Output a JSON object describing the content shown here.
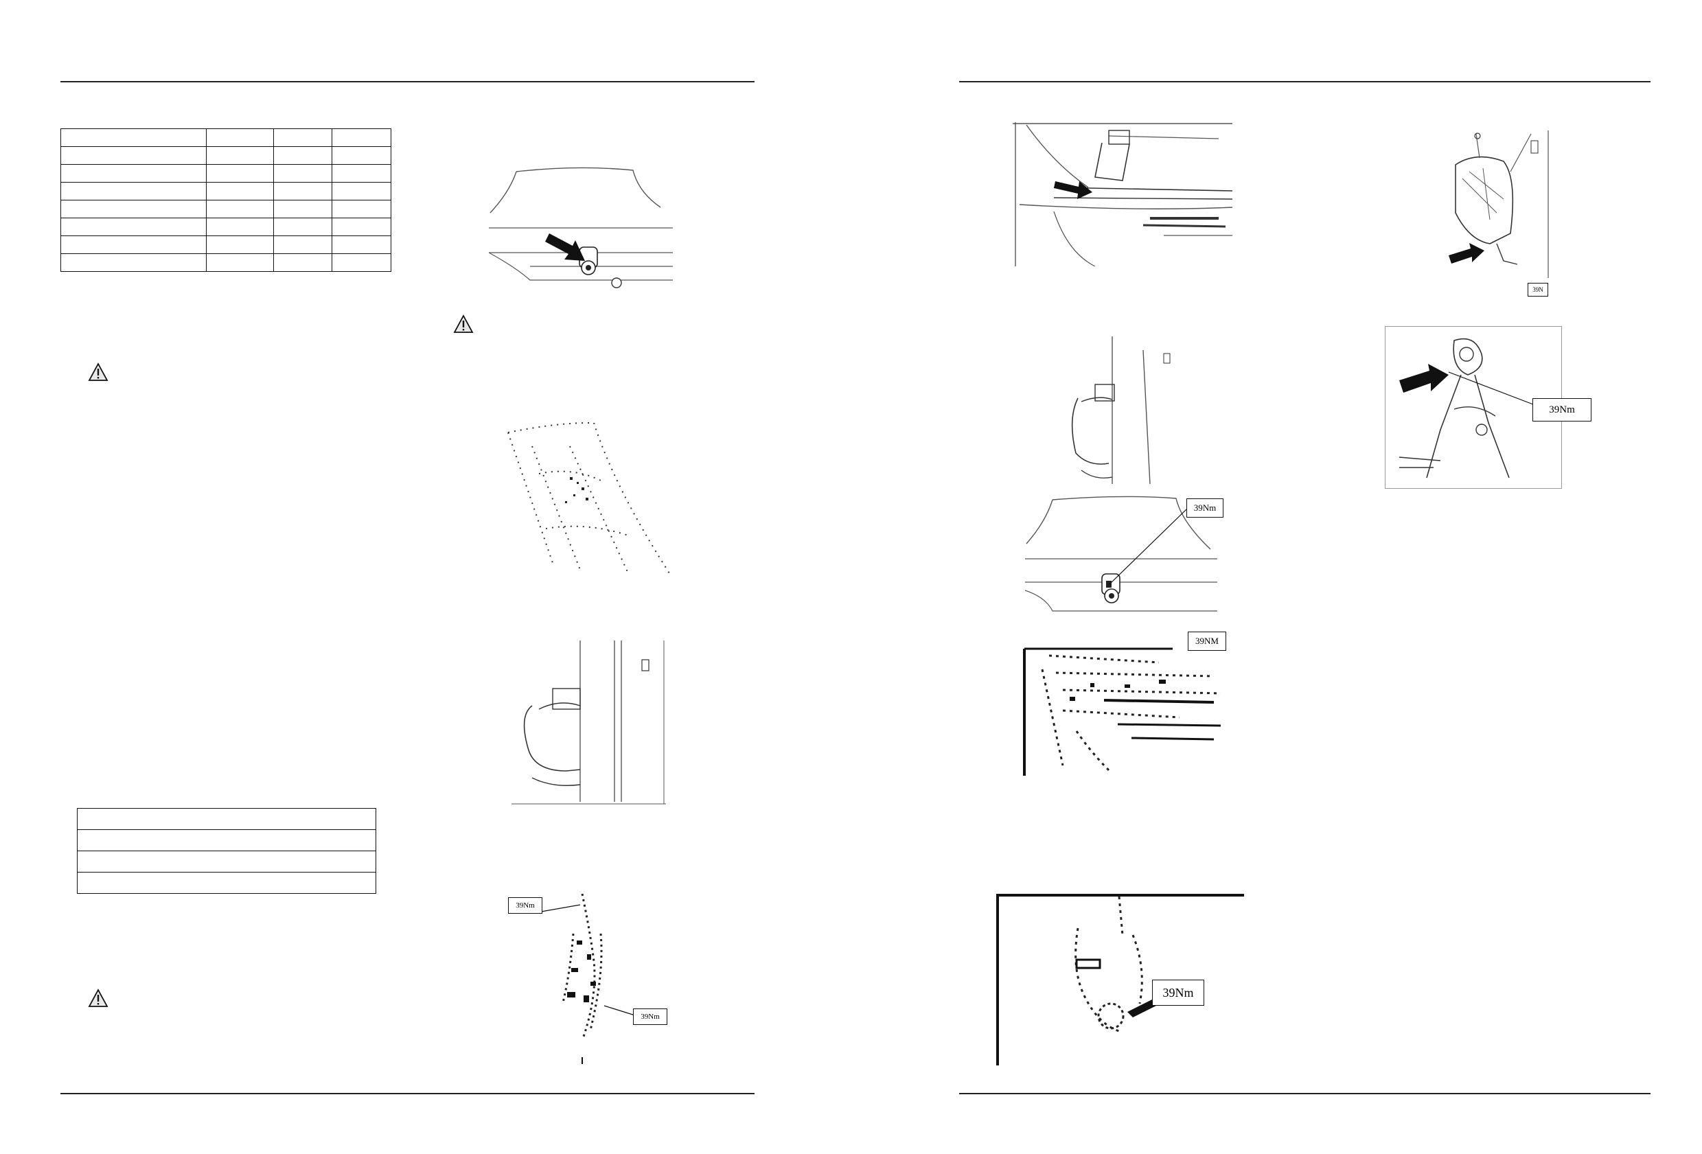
{
  "document": {
    "icons": {
      "warning": "warning-triangle-icon",
      "pointer": "arrow-icon"
    },
    "left_page": {
      "spec_table_rows": 8,
      "spec_table_cols": 4,
      "box_table_rows": 4
    },
    "torque_labels": {
      "fig_l6_top": "39Nm",
      "fig_l6_bottom": "39Nm",
      "fig_r2": "39N",
      "fig_r4": "39Nm",
      "fig_r5": "39Nm",
      "fig_r6": "39NM",
      "fig_r7": "39Nm"
    }
  }
}
